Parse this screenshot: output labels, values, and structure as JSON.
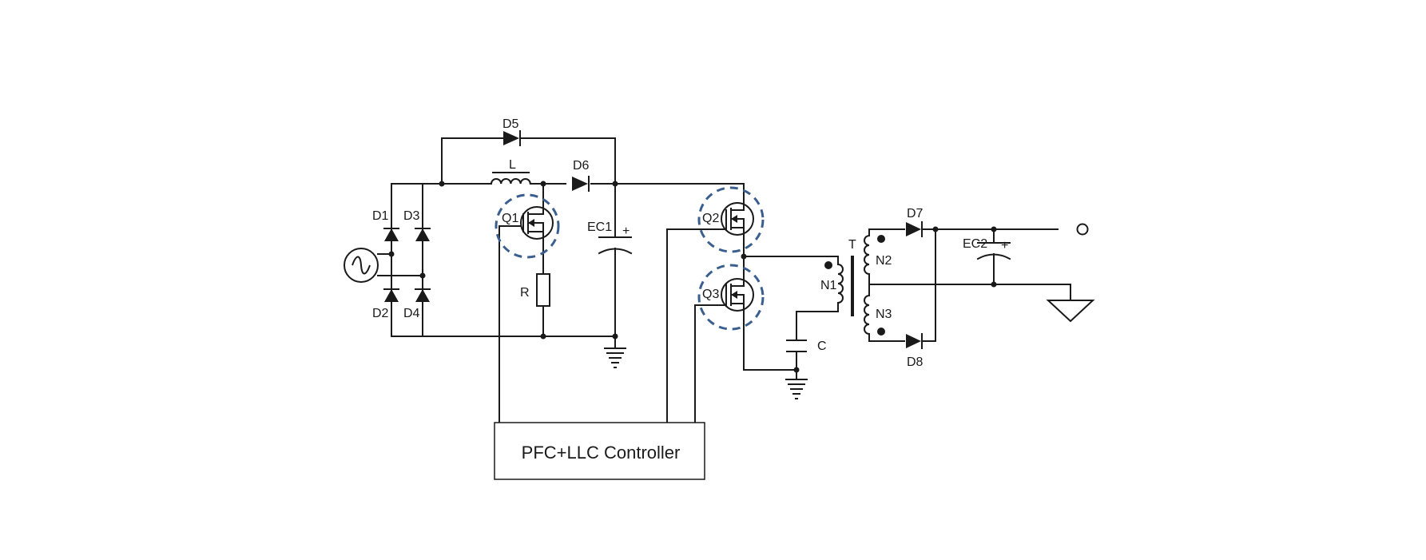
{
  "labels": {
    "d1": "D1",
    "d2": "D2",
    "d3": "D3",
    "d4": "D4",
    "d5": "D5",
    "d6": "D6",
    "d7": "D7",
    "d8": "D8",
    "l": "L",
    "q1": "Q1",
    "q2": "Q2",
    "q3": "Q3",
    "r": "R",
    "ec1": "EC1",
    "ec2": "EC2",
    "c": "C",
    "t": "T",
    "n1": "N1",
    "n2": "N2",
    "n3": "N3",
    "controller": "PFC+LLC Controller"
  },
  "colors": {
    "wire": "#1a1a1a",
    "highlight": "#3a5f8f"
  }
}
